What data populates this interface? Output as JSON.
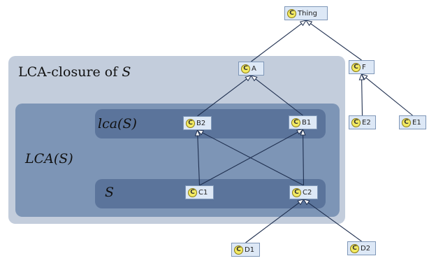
{
  "labels": {
    "closure_prefix": "LCA-closure of ",
    "closure_var": "S",
    "lca_big": "LCA(S)",
    "lca_small": "lca(S)",
    "s": "S"
  },
  "icon_glyph": "C",
  "nodes": {
    "thing": "Thing",
    "a": "A",
    "f": "F",
    "e2": "E2",
    "e1": "E1",
    "b2": "B2",
    "b1": "B1",
    "c1": "C1",
    "c2": "C2",
    "d1": "D1",
    "d2": "D2"
  },
  "colors": {
    "outer_region": "#c3cddc",
    "lca_region": "#7d95b6",
    "band": "#5b749b",
    "node_fill": "#dde8f6",
    "class_icon": "#f3ea63",
    "edge": "#1f2f4f"
  },
  "edges": [
    {
      "from": "A",
      "to": "Thing"
    },
    {
      "from": "F",
      "to": "Thing"
    },
    {
      "from": "E2",
      "to": "F"
    },
    {
      "from": "E1",
      "to": "F"
    },
    {
      "from": "B2",
      "to": "A"
    },
    {
      "from": "B1",
      "to": "A"
    },
    {
      "from": "C1",
      "to": "B2"
    },
    {
      "from": "C1",
      "to": "B1"
    },
    {
      "from": "C2",
      "to": "B2"
    },
    {
      "from": "C2",
      "to": "B1"
    },
    {
      "from": "D1",
      "to": "C2"
    },
    {
      "from": "D2",
      "to": "C2"
    }
  ]
}
